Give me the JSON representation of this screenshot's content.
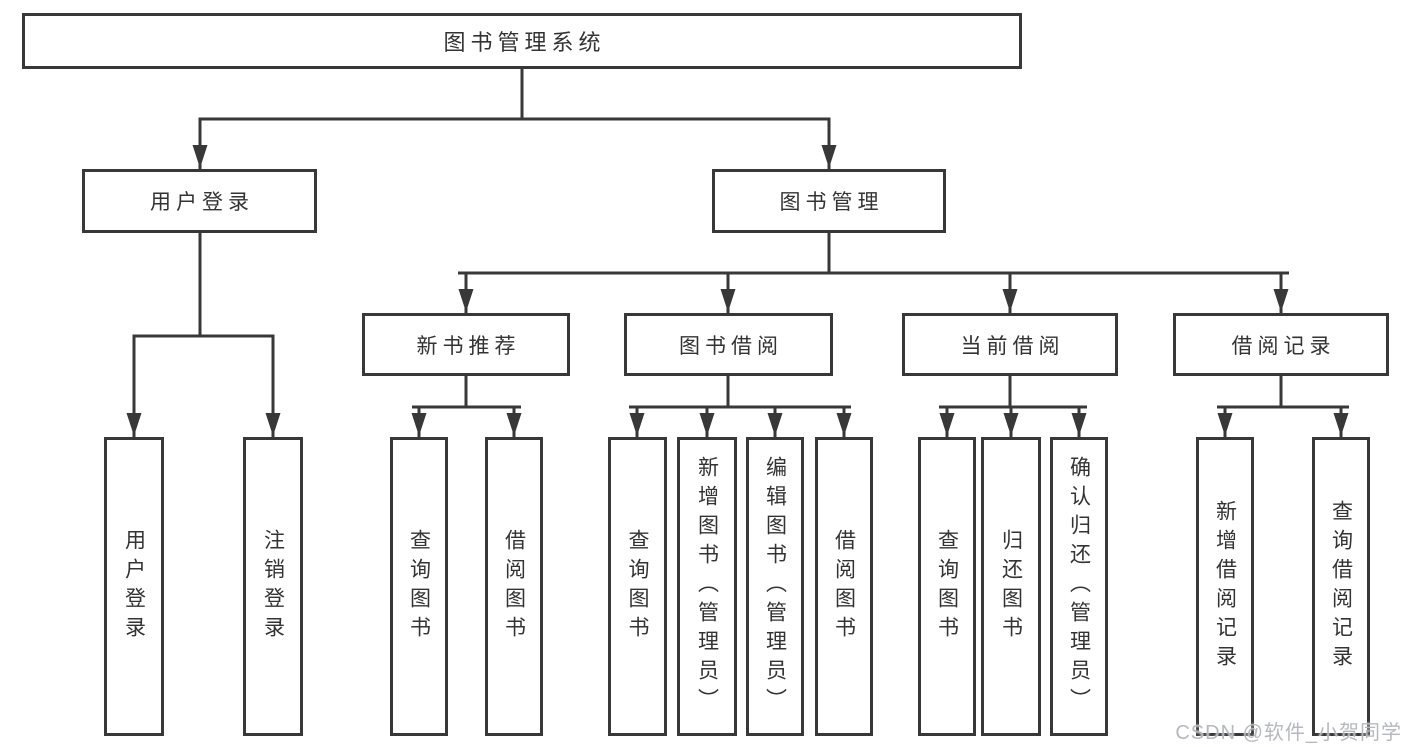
{
  "colors": {
    "line": "#383838",
    "text": "#333333",
    "box_background": "#ffffff",
    "page_background": "#ffffff",
    "watermark": "#b1b4ba"
  },
  "watermark": "CSDN @软件_小贺同学",
  "tree": {
    "label": "图书管理系统",
    "children": [
      {
        "label": "用户登录",
        "children": [
          {
            "label": "用户登录"
          },
          {
            "label": "注销登录"
          }
        ]
      },
      {
        "label": "图书管理",
        "children": [
          {
            "label": "新书推荐",
            "children": [
              {
                "label": "查询图书"
              },
              {
                "label": "借阅图书"
              }
            ]
          },
          {
            "label": "图书借阅",
            "children": [
              {
                "label": "查询图书"
              },
              {
                "label": "新增图书（管理员）"
              },
              {
                "label": "编辑图书（管理员）"
              },
              {
                "label": "借阅图书"
              }
            ]
          },
          {
            "label": "当前借阅",
            "children": [
              {
                "label": "查询图书"
              },
              {
                "label": "归还图书"
              },
              {
                "label": "确认归还（管理员）"
              }
            ]
          },
          {
            "label": "借阅记录",
            "children": [
              {
                "label": "新增借阅记录"
              },
              {
                "label": "查询借阅记录"
              }
            ]
          }
        ]
      }
    ]
  }
}
